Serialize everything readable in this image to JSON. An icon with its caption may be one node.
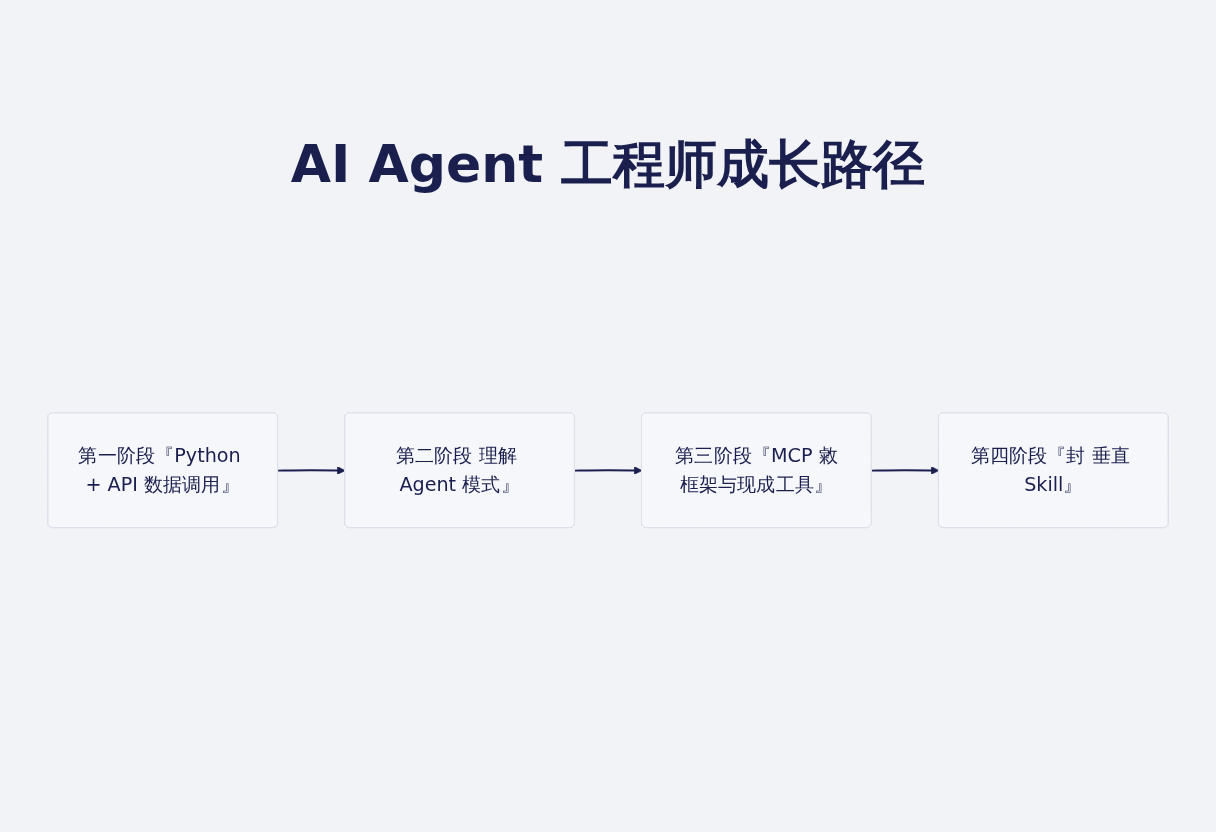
{
  "diagram": {
    "title": "AI Agent 工程师成长路径",
    "nodes": [
      {
        "text": [
          "第一阶段『Python + API 数据调用』"
        ]
      },
      {
        "text": [
          "第二阶段 理解 Agent 模式』"
        ]
      },
      {
        "text": [
          "第三阶段『MCP 敹框架与现成工具』"
        ]
      },
      {
        "text": [
          "第四阶段『封 垂直 Skill』"
        ]
      }
    ],
    "edges": [
      {
        "from": 0,
        "to": 1,
        "arrow": "to"
      },
      {
        "from": 1,
        "to": 2,
        "arrow": "to"
      },
      {
        "from": 2,
        "to": 3,
        "arrow": "to"
      }
    ]
  }
}
